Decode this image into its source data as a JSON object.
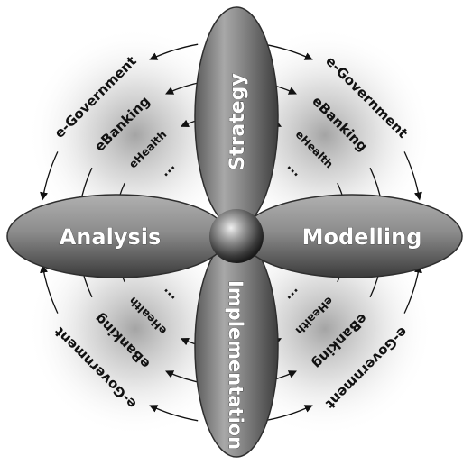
{
  "petals": {
    "top": "Strategy",
    "left": "Analysis",
    "right": "Modelling",
    "bottom": "Implementation"
  },
  "rings": {
    "outer": "e-Government",
    "middle": "eBanking",
    "inner": "eHealth",
    "more": "..."
  }
}
